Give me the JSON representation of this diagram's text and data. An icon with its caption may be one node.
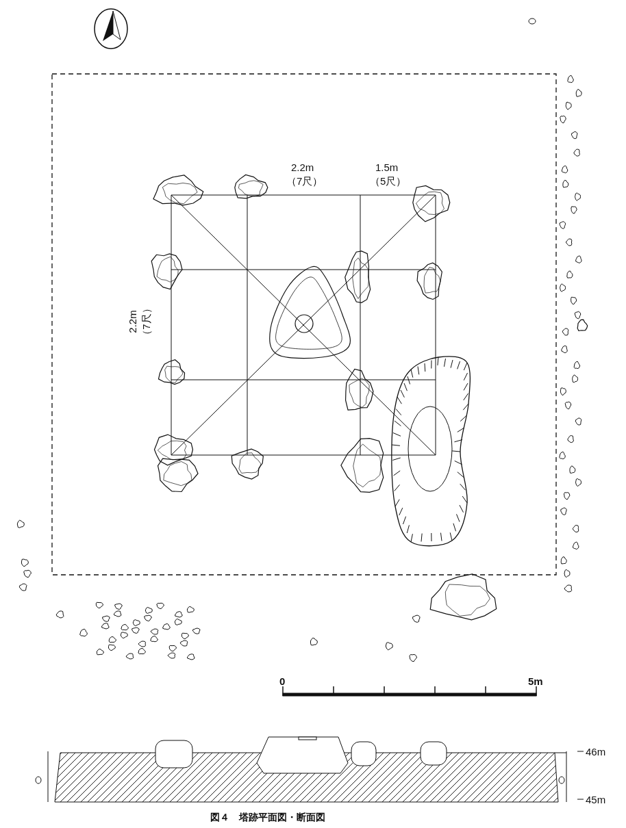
{
  "diagram": {
    "caption": "図４　塔跡平面図・断面図",
    "labels": [
      "2.2m",
      "（7尺）",
      "1.5m",
      "（5尺）",
      "2.2m",
      "（7尺）",
      "0",
      "5m",
      "46m",
      "45m"
    ]
  }
}
